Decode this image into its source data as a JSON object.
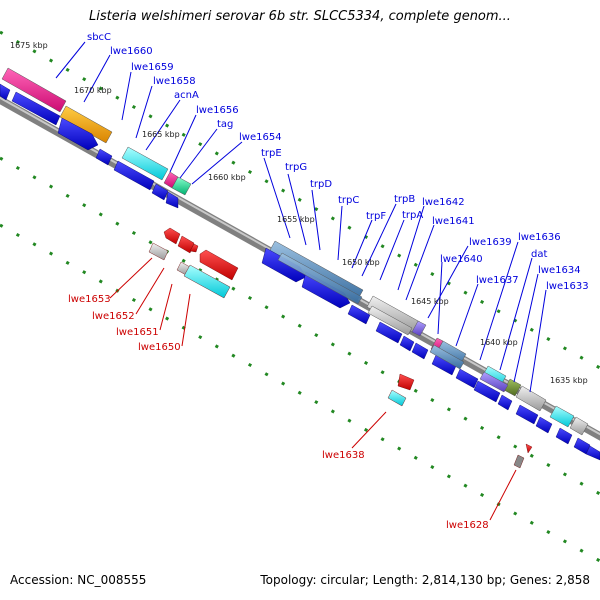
{
  "title": "Listeria welshimeri serovar 6b str. SLCC5334, complete genom...",
  "footer": {
    "accession": "Accession: NC_008555",
    "topology": "Topology: circular; Length: 2,814,130 bp; Genes: 2,858"
  },
  "ticks": [
    "1675 kbp",
    "1670 kbp",
    "1665 kbp",
    "1660 kbp",
    "1655 kbp",
    "1650 kbp",
    "1645 kbp",
    "1640 kbp",
    "1635 kbp"
  ],
  "genes_blue": [
    "sbcC",
    "lwe1660",
    "lwe1659",
    "lwe1658",
    "acnA",
    "lwe1656",
    "tag",
    "lwe1654",
    "trpE",
    "trpG",
    "trpD",
    "trpC",
    "trpF",
    "trpB",
    "trpA",
    "lwe1642",
    "lwe1641",
    "lwe1639",
    "lwe1640",
    "lwe1637",
    "lwe1636",
    "dat",
    "lwe1634",
    "lwe1633"
  ],
  "genes_red": [
    "lwe1653",
    "lwe1652",
    "lwe1651",
    "lwe1650",
    "lwe1638",
    "lwe1628"
  ],
  "colors": {
    "backbone": "#808080",
    "cds_forward": "#0000ee",
    "cds_reverse": "#ee0000",
    "label_forward": "#0000dd",
    "label_reverse": "#cc0000",
    "dots": "#228822"
  }
}
